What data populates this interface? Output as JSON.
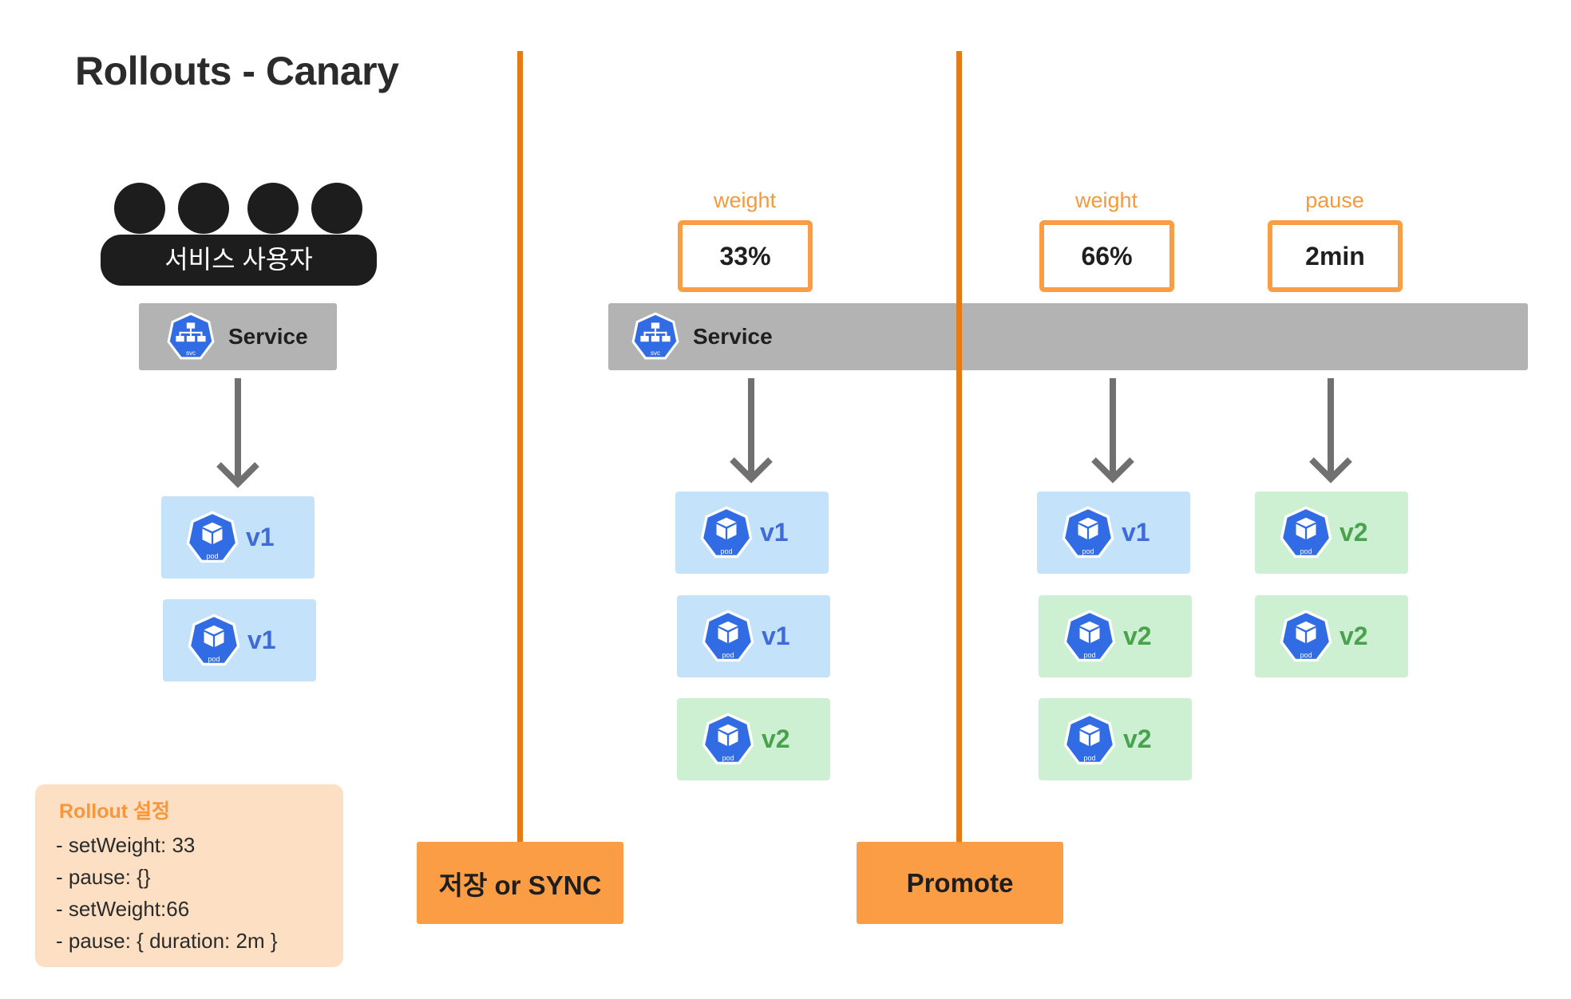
{
  "title": "Rollouts - Canary",
  "users_label": "서비스 사용자",
  "service_label": "Service",
  "svc_icon_text": "svc",
  "pod_icon_text": "pod",
  "buttons": {
    "sync": "저장 or SYNC",
    "promote": "Promote"
  },
  "steps": [
    {
      "label": "weight",
      "value": "33%"
    },
    {
      "label": "weight",
      "value": "66%"
    },
    {
      "label": "pause",
      "value": "2min"
    }
  ],
  "stages": {
    "initial": [
      "v1",
      "v1"
    ],
    "after_sync": [
      "v1",
      "v1",
      "v2"
    ],
    "after_promote_weight": [
      "v1",
      "v2",
      "v2"
    ],
    "after_pause": [
      "v2",
      "v2"
    ]
  },
  "settings": {
    "title": "Rollout 설정",
    "lines": [
      "- setWeight: 33",
      "- pause: {}",
      "- setWeight:66",
      "- pause: { duration: 2m }"
    ]
  },
  "colors": {
    "accent": "#e67a15",
    "button": "#fb9d45",
    "v1": "#c4e3fb",
    "v2": "#cdf0d3",
    "k8s_blue": "#326ce5"
  }
}
